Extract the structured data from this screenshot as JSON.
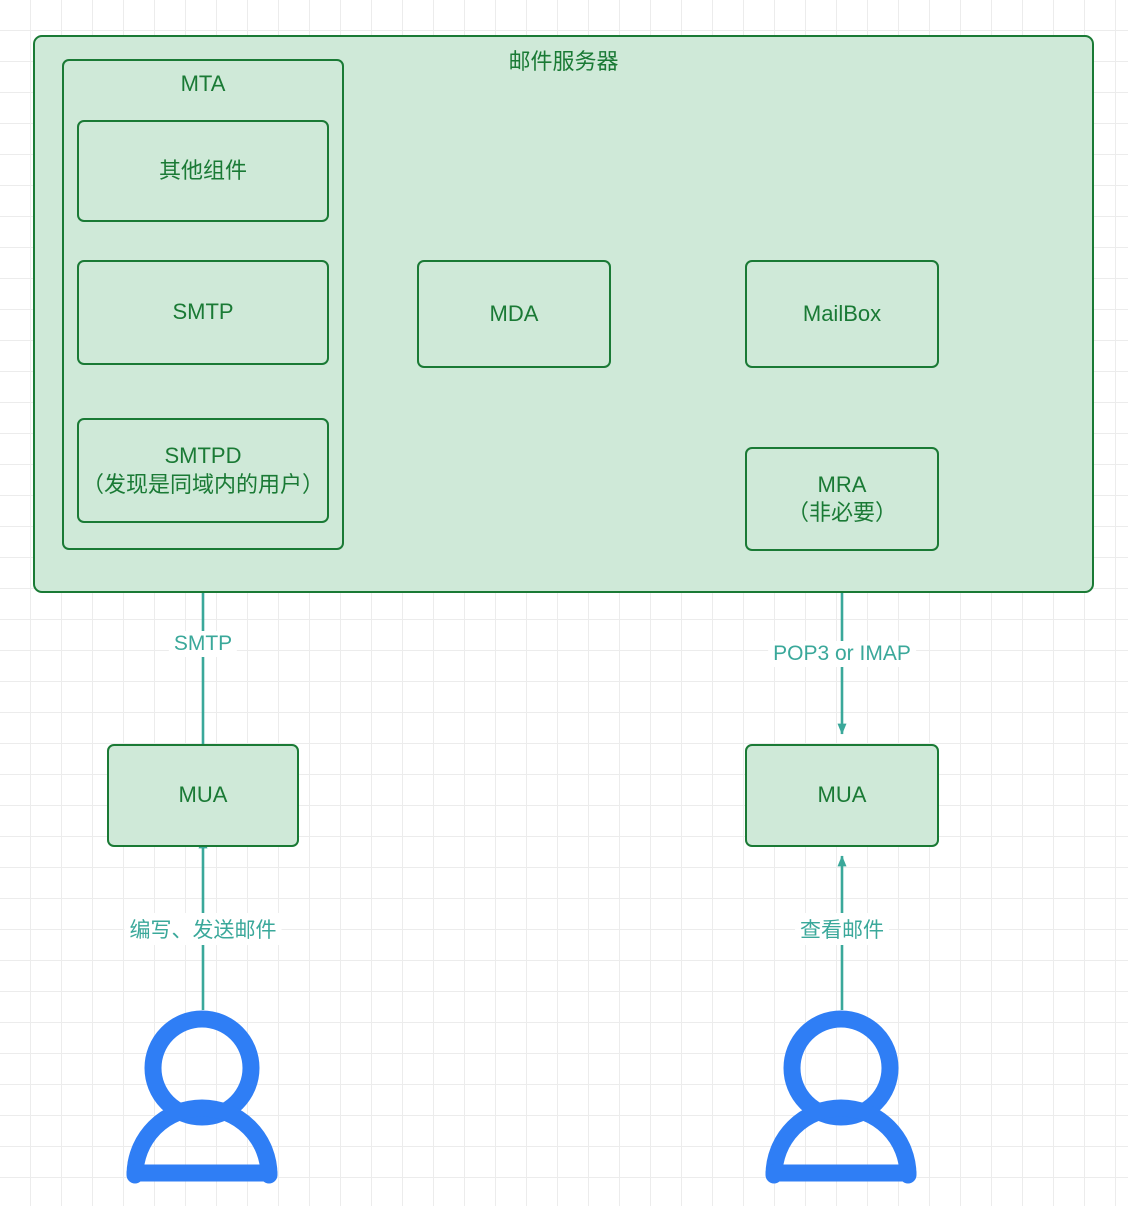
{
  "diagram": {
    "title": "邮件服务器",
    "nodes": {
      "server": "邮件服务器",
      "mta": "MTA",
      "other_components": "其他组件",
      "smtp": "SMTP",
      "smtpd": "SMTPD\n（发现是同域内的用户）",
      "mda": "MDA",
      "mailbox": "MailBox",
      "mra": "MRA\n（非必要）",
      "mua_left": "MUA",
      "mua_right": "MUA"
    },
    "edge_labels": {
      "smtp": "SMTP",
      "pop3_imap": "POP3 or IMAP",
      "compose_send": "编写、发送邮件",
      "view_mail": "查看邮件"
    },
    "actors": {
      "sender": "user-person-icon",
      "receiver": "user-person-icon"
    },
    "colors": {
      "node_fill": "#cfe9d8",
      "node_border": "#1a7a35",
      "node_text": "#1a7a35",
      "arrow": "#3aa89a",
      "person": "#2f7ef5",
      "grid_minor": "#ececec",
      "grid_major": "#e0e0e0",
      "background": "#ffffff"
    }
  }
}
